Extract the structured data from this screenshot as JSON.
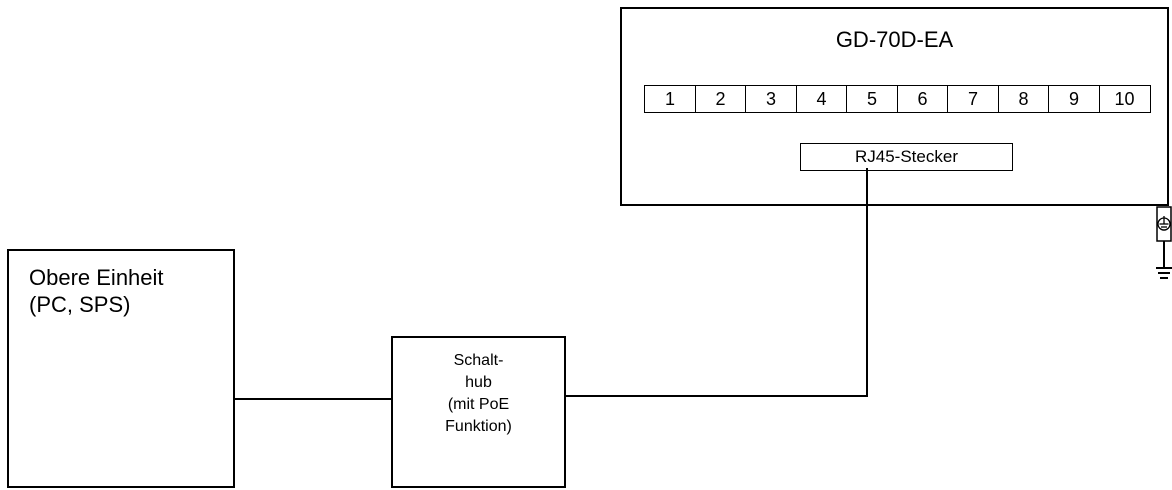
{
  "device": {
    "title": "GD-70D-EA",
    "terminals": [
      "1",
      "2",
      "3",
      "4",
      "5",
      "6",
      "7",
      "8",
      "9",
      "10"
    ],
    "connector_label": "RJ45-Stecker"
  },
  "upper_unit": {
    "label": "Obere Einheit\n(PC, SPS)"
  },
  "switching_hub": {
    "label": "Schalt-\nhub\n(mit PoE\nFunktion)"
  },
  "ground_symbol": "protective-earth-icon"
}
